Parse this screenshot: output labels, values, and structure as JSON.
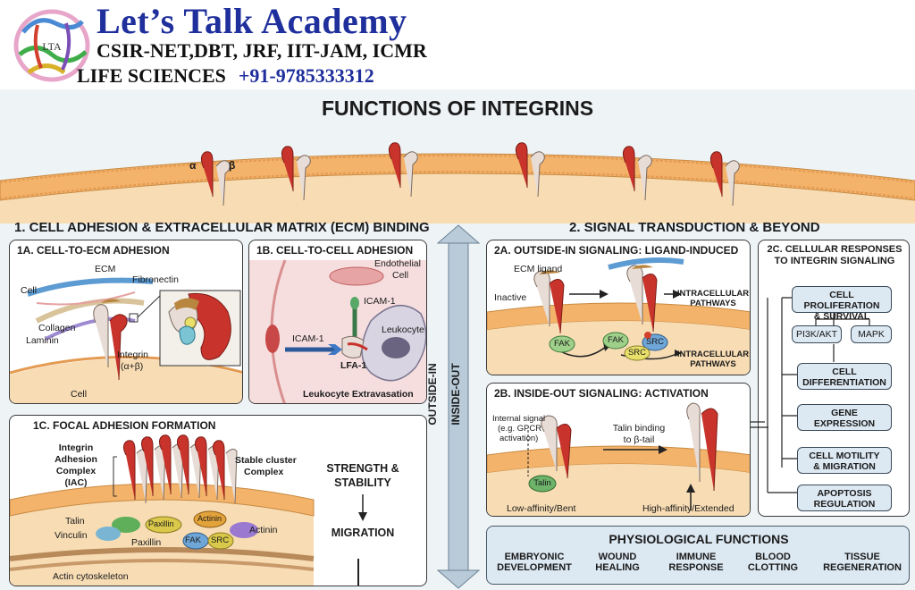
{
  "header": {
    "title": "Let’s Talk Academy",
    "subtitle1": "CSIR-NET,DBT, JRF, IIT-JAM, ICMR",
    "subtitle2": "LIFE SCIENCES",
    "phone": "+91-9785333312",
    "logo_text": "LTA"
  },
  "poster": {
    "title": "FUNCTIONS OF INTEGRINS",
    "alpha": "α",
    "beta": "β",
    "axis_outside_in": "OUTSIDE-IN",
    "axis_inside_out": "INSIDE-OUT"
  },
  "section1": {
    "heading": "1. CELL ADHESION & EXTRACELLULAR MATRIX (ECM) BINDING",
    "p1a": {
      "title": "1A. CELL-TO-ECM ADHESION",
      "ecm": "ECM",
      "fibronectin": "Fibronectin",
      "cell_top": "Cell",
      "collagen": "Collagen",
      "laminin": "Laminin",
      "integrin": "Integrin",
      "integrin_sub": "(α+β)",
      "cell_bottom": "Cell"
    },
    "p1b": {
      "title": "1B. CELL-TO-CELL ADHESION",
      "endothelial": "Endothelial",
      "endothelial2": "Cell",
      "icam_top": "ICAM-1",
      "icam_left": "ICAM-1",
      "leukocyte": "Leukocyte",
      "lfa": "LFA-1",
      "extravasation": "Leukocyte Extravasation"
    },
    "p1c": {
      "title": "1C. FOCAL ADHESION FORMATION",
      "iac1": "Integrin",
      "iac2": "Adhesion",
      "iac3": "Complex",
      "iac4": "(IAC)",
      "stable1": "Stable cluster",
      "stable2": "Complex",
      "talin": "Talin",
      "vinculin": "Vinculin",
      "paxillin": "Paxillin",
      "paxillin_blob": "Paxillin",
      "actinin": "Actinin",
      "actinin_blob": "Actinin",
      "fak": "FAK",
      "src": "SRC",
      "actin": "Actin cytoskeleton",
      "strength1": "STRENGTH &",
      "strength2": "STABILITY",
      "migration": "MIGRATION"
    }
  },
  "section2": {
    "heading": "2. SIGNAL TRANSDUCTION & BEYOND",
    "p2a": {
      "title": "2A. OUTSIDE-IN SIGNALING: LIGAND-INDUCED",
      "ecm_ligand": "ECM ligand",
      "inactive": "Inactive",
      "intra1a": "INTRACELLULAR",
      "intra1b": "PATHWAYS",
      "intra2a": "INTRACELLULAR",
      "intra2b": "PATHWAYS",
      "fak_left": "FAK",
      "fak_right": "FAK",
      "src_top": "SRC",
      "src_bottom": "SRC"
    },
    "p2b": {
      "title": "2B. INSIDE-OUT SIGNALING: ACTIVATION",
      "internal1": "Internal signal",
      "internal2": "(e.g. GPCR",
      "internal3": "activation)",
      "talin_bind1": "Talin binding",
      "talin_bind2": "to β-tail",
      "talin": "Talin",
      "low": "Low-affinity/Bent",
      "high": "High-affinity/Extended"
    },
    "p2c": {
      "title1": "2C. CELLULAR RESPONSES",
      "title2": "TO INTEGRIN SIGNALING",
      "prolif1": "CELL PROLIFERATION",
      "prolif2": "& SURVIVAL",
      "pi3k": "PI3K/AKT",
      "mapk": "MAPK",
      "diff1": "CELL",
      "diff2": "DIFFERENTIATION",
      "gene1": "GENE",
      "gene2": "EXPRESSION",
      "motil1": "CELL MOTILITY",
      "motil2": "& MIGRATION",
      "apop1": "APOPTOSIS",
      "apop2": "REGULATION"
    },
    "phys": {
      "title": "PHYSIOLOGICAL FUNCTIONS",
      "items": [
        {
          "l1": "EMBRYONIC",
          "l2": "DEVELOPMENT"
        },
        {
          "l1": "WOUND",
          "l2": "HEALING"
        },
        {
          "l1": "IMMUNE",
          "l2": "RESPONSE"
        },
        {
          "l1": "BLOOD",
          "l2": "CLOTTING"
        },
        {
          "l1": "TISSUE",
          "l2": "REGENERATION"
        }
      ]
    }
  },
  "colors": {
    "alpha_chain": "#c8332b",
    "beta_chain": "#e8ddd6",
    "membrane": "#f3b36b",
    "cytoplasm": "#f7dcb4",
    "title_blue": "#1f2f9c",
    "fak_green": "#9ed08a",
    "src_blue": "#6fa6d8",
    "talin_green": "#6db36a"
  }
}
